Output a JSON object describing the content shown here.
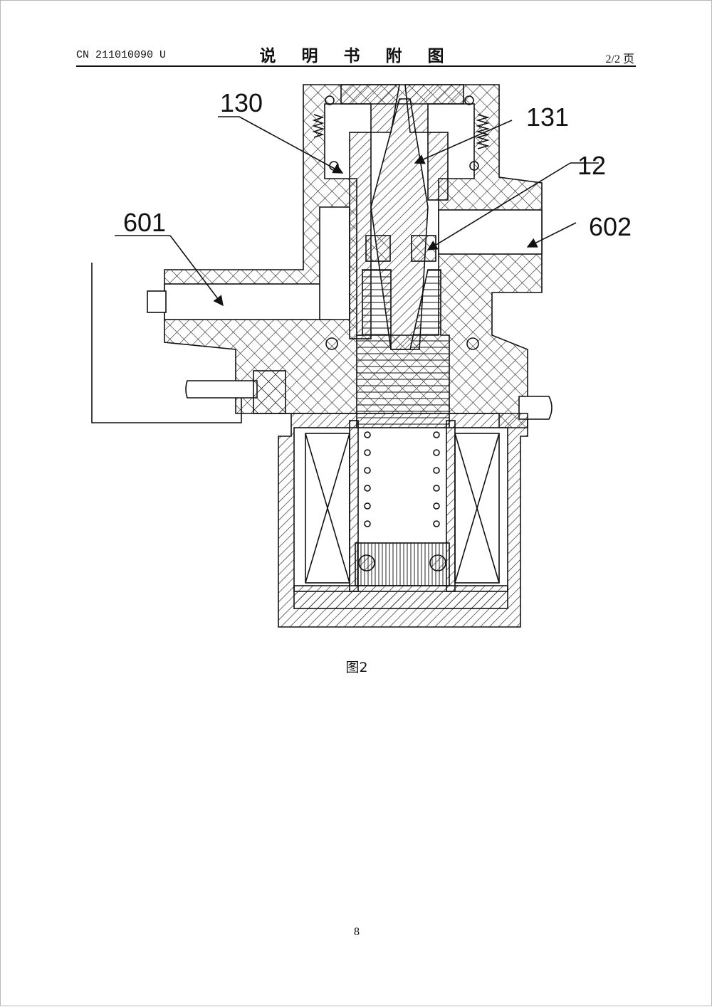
{
  "header": {
    "doc_number": "CN 211010090 U",
    "title": "说 明 书 附 图",
    "page_of": "2/2 页"
  },
  "figure": {
    "labels": {
      "l130": "130",
      "l131": "131",
      "l12": "12",
      "l601": "601",
      "l602": "602"
    },
    "caption": "图2"
  },
  "footer": {
    "page_number": "8"
  }
}
